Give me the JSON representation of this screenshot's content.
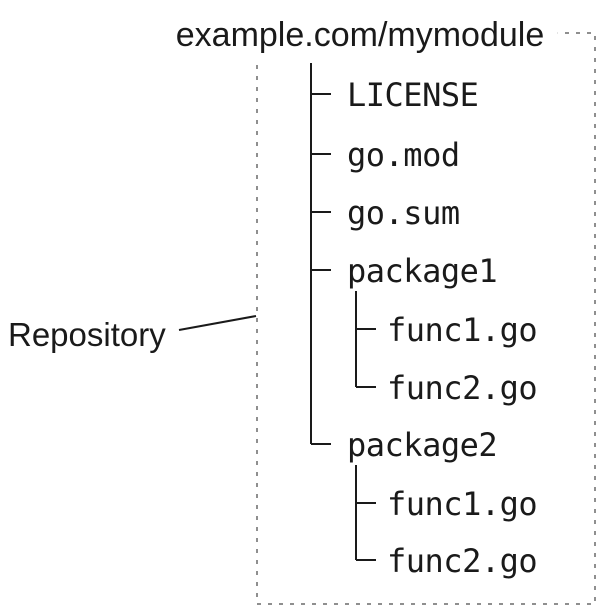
{
  "title": "example.com/mymodule",
  "annotation_label": "Repository",
  "tree": {
    "items": [
      {
        "label": "LICENSE",
        "level": 1,
        "type": "file"
      },
      {
        "label": "go.mod",
        "level": 1,
        "type": "file"
      },
      {
        "label": "go.sum",
        "level": 1,
        "type": "file"
      },
      {
        "label": "package1",
        "level": 1,
        "type": "directory"
      },
      {
        "label": "func1.go",
        "level": 2,
        "type": "file"
      },
      {
        "label": "func2.go",
        "level": 2,
        "type": "file"
      },
      {
        "label": "package2",
        "level": 1,
        "type": "directory"
      },
      {
        "label": "func1.go",
        "level": 2,
        "type": "file"
      },
      {
        "label": "func2.go",
        "level": 2,
        "type": "file"
      }
    ]
  },
  "colors": {
    "text": "#1a1a1a",
    "line": "#1a1a1a",
    "boundary": "#8f8f8f",
    "background": "#ffffff"
  }
}
